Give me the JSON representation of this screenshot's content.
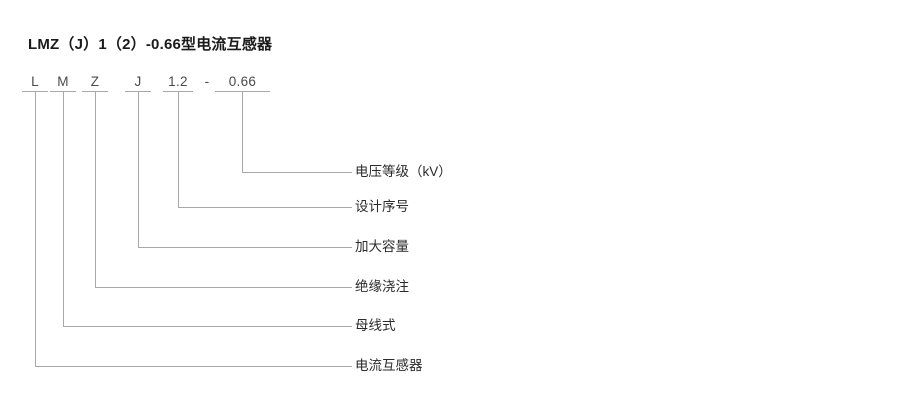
{
  "diagram": {
    "title": "LMZ（J）1（2）-0.66型电流互感器",
    "code_tokens": [
      {
        "text": "L",
        "label_key": "current-transformer"
      },
      {
        "text": "M",
        "label_key": "busbar-type"
      },
      {
        "text": "Z",
        "label_key": "cast-insulation"
      },
      {
        "text": "J",
        "label_key": "increased-capacity"
      },
      {
        "text": "1.2",
        "label_key": "design-serial"
      },
      {
        "text": "-",
        "label_key": "separator"
      },
      {
        "text": "0.66",
        "label_key": "voltage-class"
      }
    ],
    "callouts": [
      {
        "code": "0.66",
        "label": "电压等级（kV）"
      },
      {
        "code": "1.2",
        "label": "设计序号"
      },
      {
        "code": "J",
        "label": "加大容量"
      },
      {
        "code": "Z",
        "label": "绝缘浇注"
      },
      {
        "code": "M",
        "label": "母线式"
      },
      {
        "code": "L",
        "label": "电流互感器"
      }
    ],
    "colors": {
      "line": "#a8a8a8",
      "title_text": "#1a1a1a",
      "code_text": "#4a4a4a",
      "label_text": "#2b2b2b",
      "background": "#ffffff"
    }
  }
}
